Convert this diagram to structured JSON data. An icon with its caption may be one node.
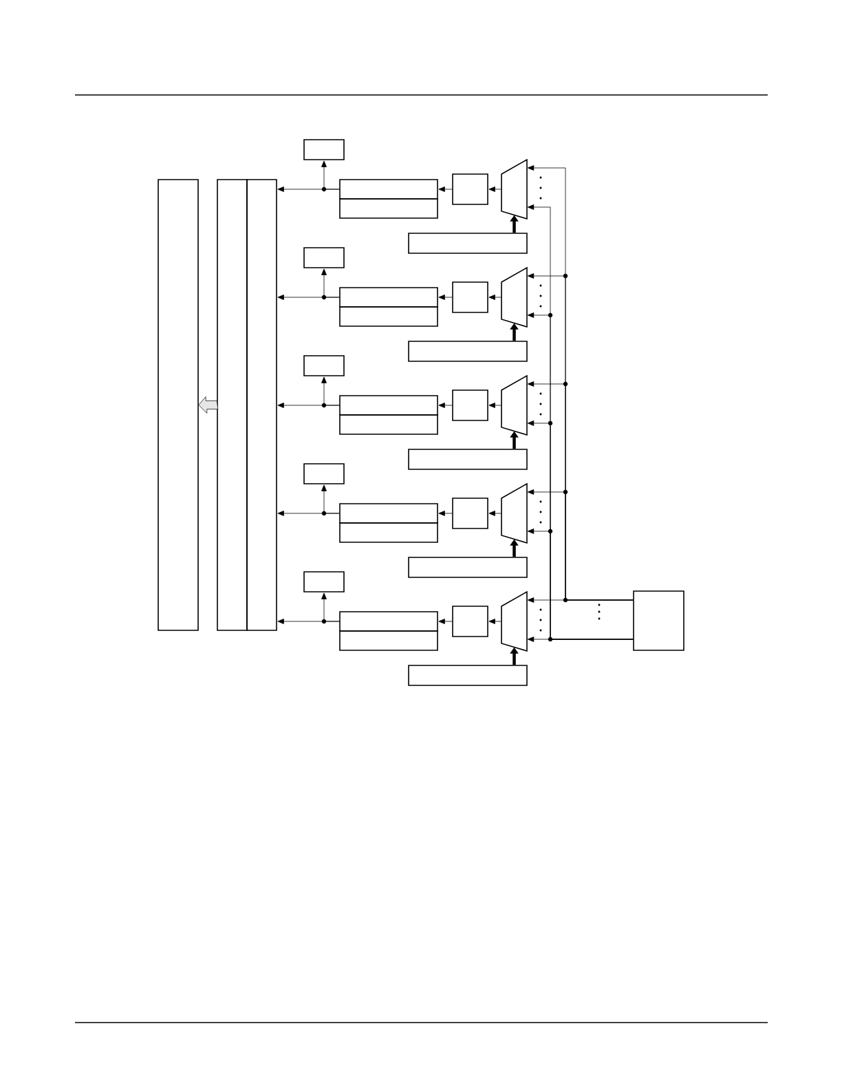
{
  "diagram": {
    "nodes": [
      {
        "text": [],
        "shape": "box"
      },
      {
        "text": [],
        "shape": "box"
      },
      {
        "text": [],
        "shape": "box"
      },
      {
        "text": [],
        "shape": "box"
      },
      {
        "text": [],
        "shape": "box"
      },
      {
        "text": [],
        "shape": "box"
      },
      {
        "text": [],
        "shape": "box"
      },
      {
        "text": [],
        "shape": "trapezoid"
      },
      {
        "text": [],
        "shape": "box"
      },
      {
        "text": [],
        "shape": "box"
      },
      {
        "text": [],
        "shape": "box"
      },
      {
        "text": [],
        "shape": "box"
      },
      {
        "text": [],
        "shape": "box"
      },
      {
        "text": [],
        "shape": "trapezoid"
      },
      {
        "text": [],
        "shape": "box"
      },
      {
        "text": [],
        "shape": "box"
      },
      {
        "text": [],
        "shape": "box"
      },
      {
        "text": [],
        "shape": "box"
      },
      {
        "text": [],
        "shape": "box"
      },
      {
        "text": [],
        "shape": "trapezoid"
      },
      {
        "text": [],
        "shape": "box"
      },
      {
        "text": [],
        "shape": "box"
      },
      {
        "text": [],
        "shape": "box"
      },
      {
        "text": [],
        "shape": "box"
      },
      {
        "text": [],
        "shape": "box"
      },
      {
        "text": [],
        "shape": "trapezoid"
      },
      {
        "text": [],
        "shape": "box"
      },
      {
        "text": [],
        "shape": "box"
      },
      {
        "text": [],
        "shape": "box"
      },
      {
        "text": [],
        "shape": "box"
      },
      {
        "text": [],
        "shape": "box"
      },
      {
        "text": [],
        "shape": "trapezoid"
      },
      {
        "text": [],
        "shape": "box"
      },
      {
        "text": [],
        "shape": "box"
      }
    ],
    "edges": [
      {
        "from": 1,
        "to": 0,
        "arrow": "to",
        "color": "#e6e6e6"
      },
      {
        "from": 7,
        "to": 6,
        "arrow": "to"
      },
      {
        "from": 6,
        "to": 4,
        "arrow": "to"
      },
      {
        "from": 4,
        "to": 2,
        "arrow": "to"
      },
      {
        "from": 4,
        "to": 3,
        "arrow": "to"
      },
      {
        "from": 8,
        "to": 7,
        "arrow": "to",
        "style": "thick"
      },
      {
        "from": 13,
        "to": 12,
        "arrow": "to"
      },
      {
        "from": 12,
        "to": 10,
        "arrow": "to"
      },
      {
        "from": 10,
        "to": 2,
        "arrow": "to"
      },
      {
        "from": 10,
        "to": 9,
        "arrow": "to"
      },
      {
        "from": 14,
        "to": 13,
        "arrow": "to",
        "style": "thick"
      },
      {
        "from": 19,
        "to": 18,
        "arrow": "to"
      },
      {
        "from": 18,
        "to": 16,
        "arrow": "to"
      },
      {
        "from": 16,
        "to": 2,
        "arrow": "to"
      },
      {
        "from": 16,
        "to": 15,
        "arrow": "to"
      },
      {
        "from": 20,
        "to": 19,
        "arrow": "to",
        "style": "thick"
      },
      {
        "from": 25,
        "to": 24,
        "arrow": "to"
      },
      {
        "from": 24,
        "to": 22,
        "arrow": "to"
      },
      {
        "from": 22,
        "to": 2,
        "arrow": "to"
      },
      {
        "from": 22,
        "to": 21,
        "arrow": "to"
      },
      {
        "from": 26,
        "to": 25,
        "arrow": "to",
        "style": "thick"
      },
      {
        "from": 31,
        "to": 30,
        "arrow": "to"
      },
      {
        "from": 30,
        "to": 28,
        "arrow": "to"
      },
      {
        "from": 28,
        "to": 2,
        "arrow": "to"
      },
      {
        "from": 28,
        "to": 27,
        "arrow": "to"
      },
      {
        "from": 32,
        "to": 31,
        "arrow": "to",
        "style": "thick"
      },
      {
        "from": 33,
        "to": 7,
        "arrow": "to"
      },
      {
        "from": 33,
        "to": 7,
        "arrow": "to"
      },
      {
        "from": 33,
        "to": 13,
        "arrow": "to"
      },
      {
        "from": 33,
        "to": 13,
        "arrow": "to"
      },
      {
        "from": 33,
        "to": 19,
        "arrow": "to"
      },
      {
        "from": 33,
        "to": 19,
        "arrow": "to"
      },
      {
        "from": 33,
        "to": 25,
        "arrow": "to"
      },
      {
        "from": 33,
        "to": 25,
        "arrow": "to"
      },
      {
        "from": 33,
        "to": 31,
        "arrow": "to"
      },
      {
        "from": 33,
        "to": 31,
        "arrow": "to"
      }
    ]
  }
}
